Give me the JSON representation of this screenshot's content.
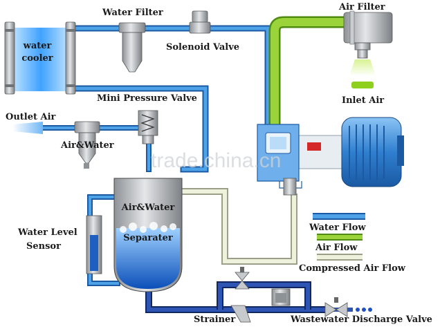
{
  "labels": {
    "water_filter": "Water Filter",
    "solenoid_valve": "Solenoid Valve",
    "air_filter": "Air Filter",
    "inlet_air": "Inlet Air",
    "water_cooler_l1": "water",
    "water_cooler_l2": "cooler",
    "mini_pressure_valve": "Mini Pressure Valve",
    "outlet_air": "Outlet Air",
    "air_water_small": "Air&Water",
    "separator_l1": "Air&Water",
    "separator_l2": "Separater",
    "water_level_l1": "Water Level",
    "water_level_l2": "Sensor",
    "strainer": "Strainer",
    "wastewater_valve": "Wastewater Discharge Valve"
  },
  "legend": [
    {
      "label": "Water Flow",
      "color": "#2f7fc8"
    },
    {
      "label": "Air Flow",
      "color": "#86c428"
    },
    {
      "label": "Compressed Air Flow",
      "color": "#e7ecd6"
    }
  ],
  "watermark": "trade.china.cn",
  "colors": {
    "water_pipe": "#2f7fc8",
    "air_pipe": "#86c428",
    "compressed_pipe": "#e7ecd6",
    "drain_pipe": "#1f3d8f",
    "vessel_water": "#1f6fd0",
    "motor": "#4c8fd6"
  }
}
